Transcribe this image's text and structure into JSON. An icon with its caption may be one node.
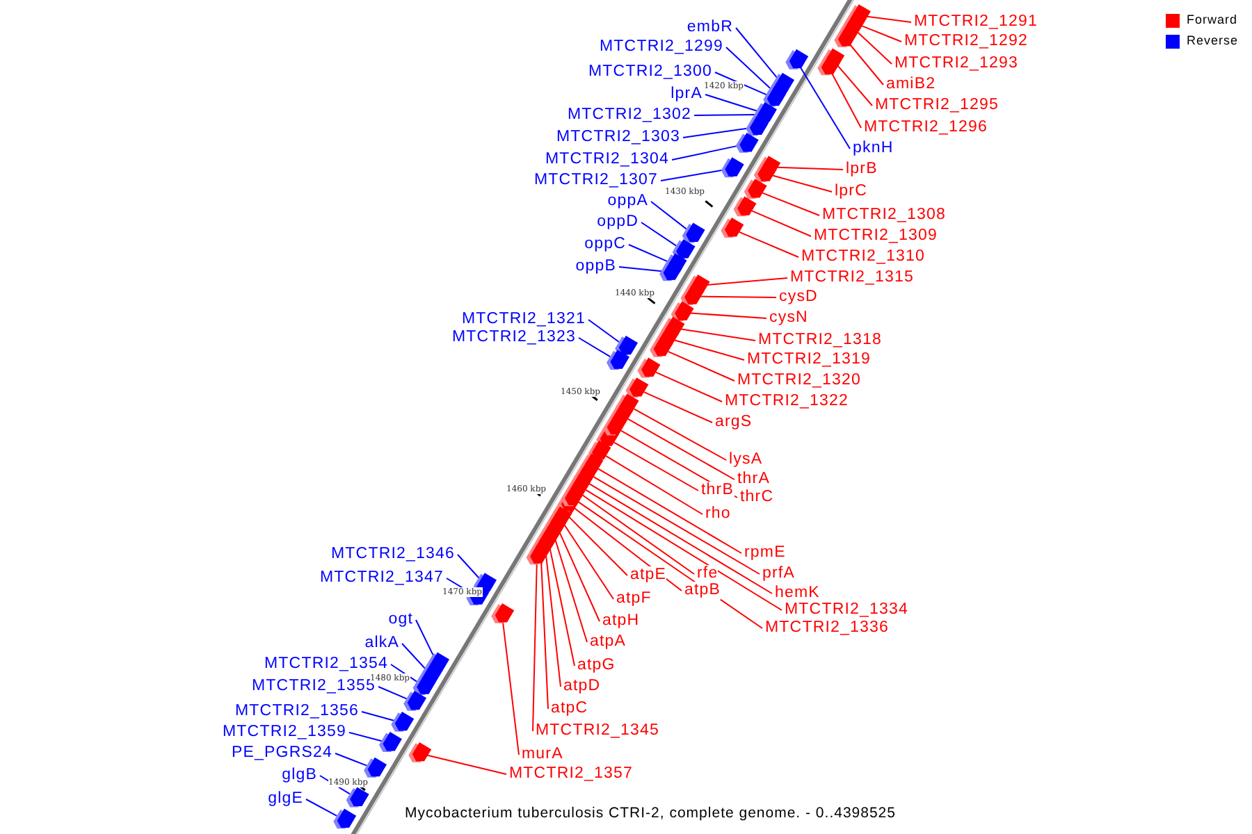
{
  "diagram": {
    "caption": "Mycobacterium tuberculosis CTRI-2, complete genome. - 0..4398525",
    "nodes": [
      {
        "text": [
          "MTCTRI2_1291"
        ]
      },
      {
        "text": [
          "embR"
        ]
      },
      {
        "text": [
          "MTCTRI2_1292"
        ]
      },
      {
        "text": [
          "MTCTRI2_1299"
        ]
      },
      {
        "text": [
          "MTCTRI2_1293"
        ]
      },
      {
        "text": [
          "MTCTRI2_1300"
        ]
      },
      {
        "text": [
          "amiB2"
        ]
      },
      {
        "text": [
          "lprA"
        ]
      },
      {
        "text": [
          "MTCTRI2_1295"
        ]
      },
      {
        "text": [
          "MTCTRI2_1302"
        ]
      },
      {
        "text": [
          "MTCTRI2_1296"
        ]
      },
      {
        "text": [
          "MTCTRI2_1303"
        ]
      },
      {
        "text": [
          "pknH"
        ]
      },
      {
        "text": [
          "MTCTRI2_1304"
        ]
      },
      {
        "text": [
          "lprB"
        ]
      },
      {
        "text": [
          "MTCTRI2_1307"
        ]
      },
      {
        "text": [
          "lprC"
        ]
      },
      {
        "text": [
          "oppA"
        ]
      },
      {
        "text": [
          "MTCTRI2_1308"
        ]
      },
      {
        "text": [
          "oppD"
        ]
      },
      {
        "text": [
          "MTCTRI2_1309"
        ]
      },
      {
        "text": [
          "oppC"
        ]
      },
      {
        "text": [
          "MTCTRI2_1310"
        ]
      },
      {
        "text": [
          "oppB"
        ]
      },
      {
        "text": [
          "MTCTRI2_1315"
        ]
      },
      {
        "text": [
          "cysD"
        ]
      },
      {
        "text": [
          "MTCTRI2_1321"
        ]
      },
      {
        "text": [
          "cysN"
        ]
      },
      {
        "text": [
          "MTCTRI2_1323"
        ]
      },
      {
        "text": [
          "MTCTRI2_1318"
        ]
      },
      {
        "text": [
          "MTCTRI2_1319"
        ]
      },
      {
        "text": [
          "MTCTRI2_1320"
        ]
      },
      {
        "text": [
          "MTCTRI2_1322"
        ]
      },
      {
        "text": [
          "argS"
        ]
      },
      {
        "text": [
          "lysA"
        ]
      },
      {
        "text": [
          "thrA"
        ]
      },
      {
        "text": [
          "thrB"
        ]
      },
      {
        "text": [
          "thrC"
        ]
      },
      {
        "text": [
          "rho"
        ]
      },
      {
        "text": [
          "rpmE"
        ]
      },
      {
        "text": [
          "MTCTRI2_1346"
        ]
      },
      {
        "text": [
          "prfA"
        ]
      },
      {
        "text": [
          "rfe"
        ]
      },
      {
        "text": [
          "atpE"
        ]
      },
      {
        "text": [
          "MTCTRI2_1347"
        ]
      },
      {
        "text": [
          "atpB"
        ]
      },
      {
        "text": [
          "hemK"
        ]
      },
      {
        "text": [
          "atpF"
        ]
      },
      {
        "text": [
          "MTCTRI2_1334"
        ]
      },
      {
        "text": [
          "ogt"
        ]
      },
      {
        "text": [
          "atpH"
        ]
      },
      {
        "text": [
          "MTCTRI2_1336"
        ]
      },
      {
        "text": [
          "atpA"
        ]
      },
      {
        "text": [
          "alkA"
        ]
      },
      {
        "text": [
          "MTCTRI2_1354"
        ]
      },
      {
        "text": [
          "atpG"
        ]
      },
      {
        "text": [
          "MTCTRI2_1355"
        ]
      },
      {
        "text": [
          "atpD"
        ]
      },
      {
        "text": [
          "atpC"
        ]
      },
      {
        "text": [
          "MTCTRI2_1356"
        ]
      },
      {
        "text": [
          "MTCTRI2_1345"
        ]
      },
      {
        "text": [
          "MTCTRI2_1359"
        ]
      },
      {
        "text": [
          "PE_PGRS24"
        ]
      },
      {
        "text": [
          "murA"
        ]
      },
      {
        "text": [
          "MTCTRI2_1357"
        ]
      },
      {
        "text": [
          "glgB"
        ]
      },
      {
        "text": [
          "glgE"
        ]
      },
      {
        "text": [],
        "shape": "box"
      },
      {
        "text": [],
        "shape": "box"
      },
      {
        "text": [],
        "shape": "box"
      },
      {
        "text": [],
        "shape": "box"
      },
      {
        "text": [],
        "shape": "box"
      },
      {
        "text": [],
        "shape": "box"
      },
      {
        "text": [],
        "shape": "box"
      },
      {
        "text": [],
        "shape": "box"
      },
      {
        "text": [],
        "shape": "box"
      },
      {
        "text": [],
        "shape": "box"
      },
      {
        "text": [],
        "shape": "box"
      },
      {
        "text": [],
        "shape": "box"
      },
      {
        "text": [],
        "shape": "box"
      },
      {
        "text": [],
        "shape": "box"
      },
      {
        "text": [],
        "shape": "box"
      },
      {
        "text": [],
        "shape": "box"
      },
      {
        "text": [],
        "shape": "box"
      },
      {
        "text": [],
        "shape": "box"
      },
      {
        "text": [],
        "shape": "box"
      },
      {
        "text": [],
        "shape": "box"
      },
      {
        "text": [],
        "shape": "box"
      },
      {
        "text": [],
        "shape": "box"
      },
      {
        "text": [],
        "shape": "box"
      },
      {
        "text": [],
        "shape": "box"
      },
      {
        "text": [],
        "shape": "box"
      },
      {
        "text": [],
        "shape": "box"
      },
      {
        "text": [],
        "shape": "box"
      },
      {
        "text": [],
        "shape": "box"
      },
      {
        "text": [],
        "shape": "box"
      },
      {
        "text": [],
        "shape": "box"
      },
      {
        "text": [],
        "shape": "box"
      },
      {
        "text": [],
        "shape": "box"
      },
      {
        "text": [],
        "shape": "box"
      },
      {
        "text": [],
        "shape": "box"
      },
      {
        "text": [],
        "shape": "box"
      },
      {
        "text": [],
        "shape": "box"
      },
      {
        "text": [],
        "shape": "box"
      },
      {
        "text": [],
        "shape": "box"
      },
      {
        "text": [],
        "shape": "box"
      },
      {
        "text": [],
        "shape": "box"
      },
      {
        "text": [],
        "shape": "box"
      },
      {
        "text": [],
        "shape": "box"
      },
      {
        "text": [],
        "shape": "box"
      },
      {
        "text": [],
        "shape": "box"
      },
      {
        "text": [],
        "shape": "box"
      },
      {
        "text": [],
        "shape": "box"
      },
      {
        "text": [],
        "shape": "box"
      },
      {
        "text": [],
        "shape": "box"
      },
      {
        "text": [],
        "shape": "box"
      },
      {
        "text": [],
        "shape": "box"
      },
      {
        "text": [],
        "shape": "box"
      },
      {
        "text": [],
        "shape": "box"
      },
      {
        "text": [],
        "shape": "box"
      },
      {
        "text": [],
        "shape": "box"
      },
      {
        "text": [],
        "shape": "box"
      },
      {
        "text": [],
        "shape": "box"
      },
      {
        "text": [],
        "shape": "box"
      },
      {
        "text": [],
        "shape": "box"
      },
      {
        "text": [],
        "shape": "box"
      },
      {
        "text": [],
        "shape": "box"
      },
      {
        "text": [],
        "shape": "box"
      },
      {
        "text": [],
        "shape": "box"
      },
      {
        "text": [],
        "shape": "box"
      },
      {
        "text": [],
        "shape": "box"
      },
      {
        "text": [],
        "shape": "box"
      },
      {
        "text": [],
        "shape": "box"
      },
      {
        "text": [],
        "shape": "box"
      }
    ],
    "edges": [
      {
        "from": 0,
        "to": 67,
        "arrow": "none"
      },
      {
        "from": 1,
        "to": 68,
        "arrow": "none",
        "color": "#0000ff"
      },
      {
        "from": 2,
        "to": 69,
        "arrow": "none"
      },
      {
        "from": 3,
        "to": 70,
        "arrow": "none",
        "color": "#0000ff"
      },
      {
        "from": 4,
        "to": 71,
        "arrow": "none"
      },
      {
        "from": 5,
        "to": 72,
        "arrow": "none",
        "color": "#0000ff"
      },
      {
        "from": 6,
        "to": 73,
        "arrow": "none"
      },
      {
        "from": 7,
        "to": 74,
        "arrow": "none",
        "color": "#0000ff"
      },
      {
        "from": 8,
        "to": 75,
        "arrow": "none"
      },
      {
        "from": 9,
        "to": 76,
        "arrow": "none",
        "color": "#0000ff"
      },
      {
        "from": 10,
        "to": 77,
        "arrow": "none"
      },
      {
        "from": 11,
        "to": 78,
        "arrow": "none",
        "color": "#0000ff"
      },
      {
        "from": 12,
        "to": 79,
        "arrow": "none",
        "color": "#0000ff"
      },
      {
        "from": 13,
        "to": 80,
        "arrow": "none",
        "color": "#0000ff"
      },
      {
        "from": 14,
        "to": 81,
        "arrow": "none"
      },
      {
        "from": 15,
        "to": 82,
        "arrow": "none",
        "color": "#0000ff"
      },
      {
        "from": 16,
        "to": 83,
        "arrow": "none"
      },
      {
        "from": 17,
        "to": 84,
        "arrow": "none",
        "color": "#0000ff"
      },
      {
        "from": 18,
        "to": 85,
        "arrow": "none"
      },
      {
        "from": 19,
        "to": 86,
        "arrow": "none",
        "color": "#0000ff"
      },
      {
        "from": 20,
        "to": 87,
        "arrow": "none"
      },
      {
        "from": 21,
        "to": 88,
        "arrow": "none",
        "color": "#0000ff"
      },
      {
        "from": 22,
        "to": 89,
        "arrow": "none"
      },
      {
        "from": 23,
        "to": 90,
        "arrow": "none",
        "color": "#0000ff"
      },
      {
        "from": 24,
        "to": 91,
        "arrow": "none"
      },
      {
        "from": 25,
        "to": 92,
        "arrow": "none"
      },
      {
        "from": 26,
        "to": 93,
        "arrow": "none",
        "color": "#0000ff"
      },
      {
        "from": 27,
        "to": 94,
        "arrow": "none"
      },
      {
        "from": 28,
        "to": 95,
        "arrow": "none",
        "color": "#0000ff"
      },
      {
        "from": 29,
        "to": 96,
        "arrow": "none"
      },
      {
        "from": 30,
        "to": 97,
        "arrow": "none"
      },
      {
        "from": 31,
        "to": 98,
        "arrow": "none"
      },
      {
        "from": 32,
        "to": 99,
        "arrow": "none"
      },
      {
        "from": 33,
        "to": 100,
        "arrow": "none"
      },
      {
        "from": 34,
        "to": 101,
        "arrow": "none"
      },
      {
        "from": 35,
        "to": 102,
        "arrow": "none"
      },
      {
        "from": 36,
        "to": 103,
        "arrow": "none"
      },
      {
        "from": 37,
        "to": 104,
        "arrow": "none"
      },
      {
        "from": 38,
        "to": 105,
        "arrow": "none"
      },
      {
        "from": 39,
        "to": 106,
        "arrow": "none"
      },
      {
        "from": 40,
        "to": 107,
        "arrow": "none",
        "color": "#0000ff"
      },
      {
        "from": 41,
        "to": 108,
        "arrow": "none"
      },
      {
        "from": 42,
        "to": 109,
        "arrow": "none"
      },
      {
        "from": 43,
        "to": 110,
        "arrow": "none"
      },
      {
        "from": 44,
        "to": 111,
        "arrow": "none",
        "color": "#0000ff"
      },
      {
        "from": 45,
        "to": 112,
        "arrow": "none"
      },
      {
        "from": 46,
        "to": 113,
        "arrow": "none"
      },
      {
        "from": 47,
        "to": 114,
        "arrow": "none"
      },
      {
        "from": 48,
        "to": 115,
        "arrow": "none"
      },
      {
        "from": 49,
        "to": 116,
        "arrow": "none",
        "color": "#0000ff"
      },
      {
        "from": 50,
        "to": 117,
        "arrow": "none"
      },
      {
        "from": 51,
        "to": 118,
        "arrow": "none"
      },
      {
        "from": 52,
        "to": 119,
        "arrow": "none"
      },
      {
        "from": 53,
        "to": 120,
        "arrow": "none",
        "color": "#0000ff"
      },
      {
        "from": 54,
        "to": 121,
        "arrow": "none",
        "color": "#0000ff"
      },
      {
        "from": 55,
        "to": 122,
        "arrow": "none"
      },
      {
        "from": 56,
        "to": 123,
        "arrow": "none",
        "color": "#0000ff"
      },
      {
        "from": 57,
        "to": 124,
        "arrow": "none"
      },
      {
        "from": 58,
        "to": 125,
        "arrow": "none"
      },
      {
        "from": 59,
        "to": 126,
        "arrow": "none",
        "color": "#0000ff"
      },
      {
        "from": 60,
        "to": 127,
        "arrow": "none"
      },
      {
        "from": 61,
        "to": 128,
        "arrow": "none",
        "color": "#0000ff"
      },
      {
        "from": 62,
        "to": 129,
        "arrow": "none",
        "color": "#0000ff"
      },
      {
        "from": 63,
        "to": 130,
        "arrow": "none"
      },
      {
        "from": 64,
        "to": 131,
        "arrow": "none"
      },
      {
        "from": 65,
        "to": 132,
        "arrow": "none",
        "color": "#0000ff"
      },
      {
        "from": 66,
        "to": 133,
        "arrow": "none",
        "color": "#0000ff"
      }
    ],
    "labels": [
      "1420 kbp",
      "1430 kbp",
      "1440 kbp",
      "1450 kbp",
      "1460 kbp",
      "1470 kbp",
      "1480 kbp",
      "1490 kbp"
    ],
    "legend": [
      {
        "text": "Forward",
        "color": "#ff0000"
      },
      {
        "text": "Reverse",
        "color": "#0000ff"
      }
    ]
  }
}
